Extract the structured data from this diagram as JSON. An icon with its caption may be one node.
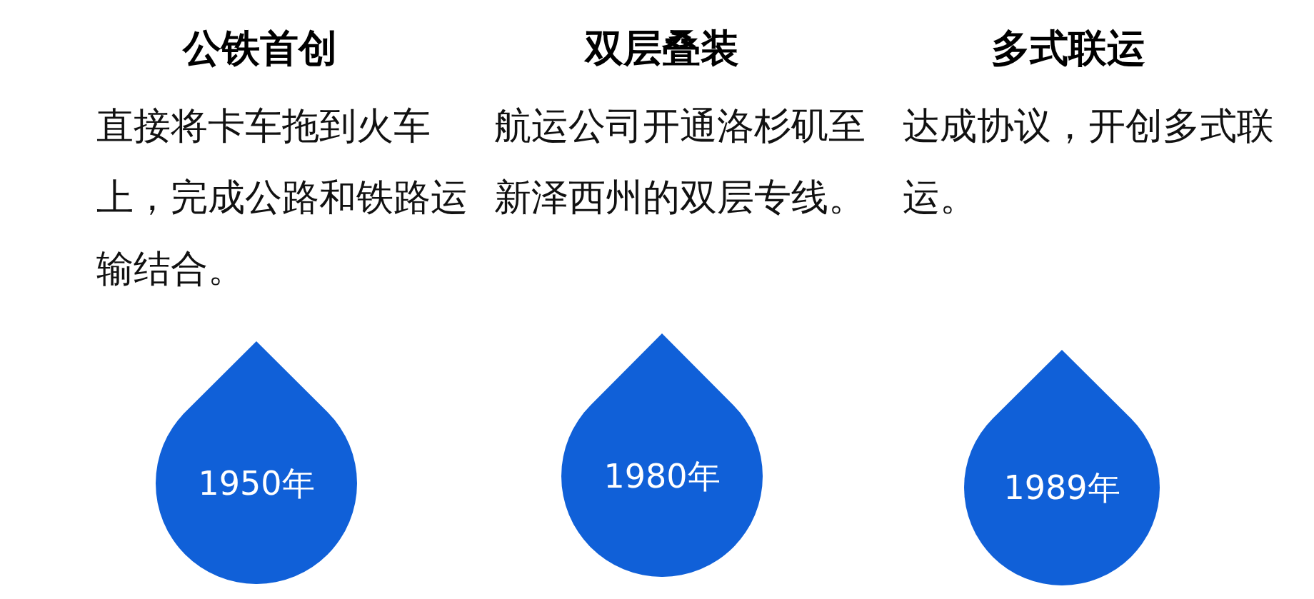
{
  "diagram": {
    "nodes": [
      {
        "text": [
          "1950年"
        ]
      },
      {
        "text": [
          "1980年"
        ]
      },
      {
        "text": [
          "1989年"
        ]
      }
    ],
    "labels": [
      "公铁首创",
      "双层叠装",
      "多式联运",
      "直接将卡车拖到火车上，完成公路和铁路运输结合。",
      "航运公司开通洛杉矶至新泽西州的双层专线。",
      "达成协议，开创多式联运。"
    ]
  }
}
